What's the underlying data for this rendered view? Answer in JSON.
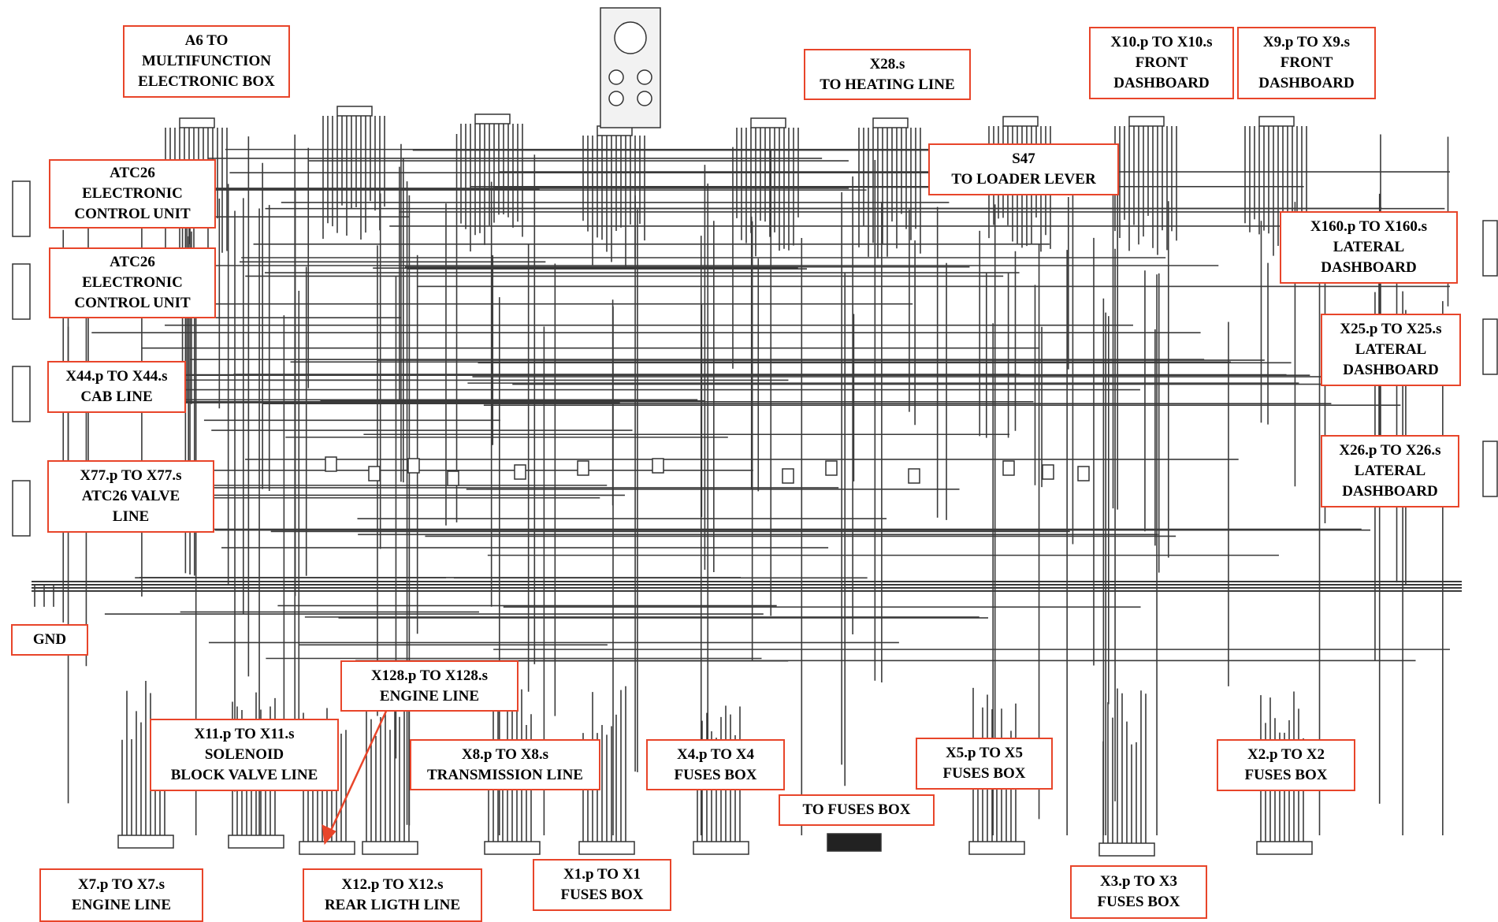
{
  "colors": {
    "label_border": "#e8452a",
    "wire": "#3a3a3a",
    "pointer_arrow": "#e8452a"
  },
  "labels": {
    "a6": [
      "A6 TO",
      "MULTIFUNCTION",
      "ELECTRONIC BOX"
    ],
    "x28": [
      "X28.s",
      "TO HEATING LINE"
    ],
    "x10": [
      "X10.p TO X10.s",
      "FRONT",
      "DASHBOARD"
    ],
    "x9": [
      "X9.p TO X9.s",
      "FRONT",
      "DASHBOARD"
    ],
    "s47": [
      "S47",
      "TO LOADER LEVER"
    ],
    "atc26_a": [
      "ATC26",
      "ELECTRONIC",
      "CONTROL UNIT"
    ],
    "atc26_b": [
      "ATC26",
      "ELECTRONIC",
      "CONTROL UNIT"
    ],
    "x160": [
      "X160.p TO X160.s",
      "LATERAL",
      "DASHBOARD"
    ],
    "x25": [
      "X25.p TO X25.s",
      "LATERAL",
      "DASHBOARD"
    ],
    "x44": [
      "X44.p TO X44.s",
      "CAB LINE"
    ],
    "x26": [
      "X26.p TO X26.s",
      "LATERAL",
      "DASHBOARD"
    ],
    "x77": [
      "X77.p TO X77.s",
      "ATC26 VALVE",
      "LINE"
    ],
    "gnd": [
      "GND"
    ],
    "x128": [
      "X128.p TO X128.s",
      "ENGINE LINE"
    ],
    "x11": [
      "X11.p TO X11.s",
      "SOLENOID",
      "BLOCK VALVE LINE"
    ],
    "x8": [
      "X8.p TO X8.s",
      "TRANSMISSION LINE"
    ],
    "x4": [
      "X4.p TO X4",
      "FUSES BOX"
    ],
    "x5": [
      "X5.p TO X5",
      "FUSES BOX"
    ],
    "x2": [
      "X2.p TO X2",
      "FUSES BOX"
    ],
    "fuses": [
      "TO FUSES BOX"
    ],
    "x7": [
      "X7.p TO X7.s",
      "ENGINE LINE"
    ],
    "x12": [
      "X12.p TO X12.s",
      "REAR LIGTH  LINE"
    ],
    "x1": [
      "X1.p TO X1",
      "FUSES BOX"
    ],
    "x3": [
      "X3.p TO X3",
      "FUSES BOX"
    ]
  }
}
